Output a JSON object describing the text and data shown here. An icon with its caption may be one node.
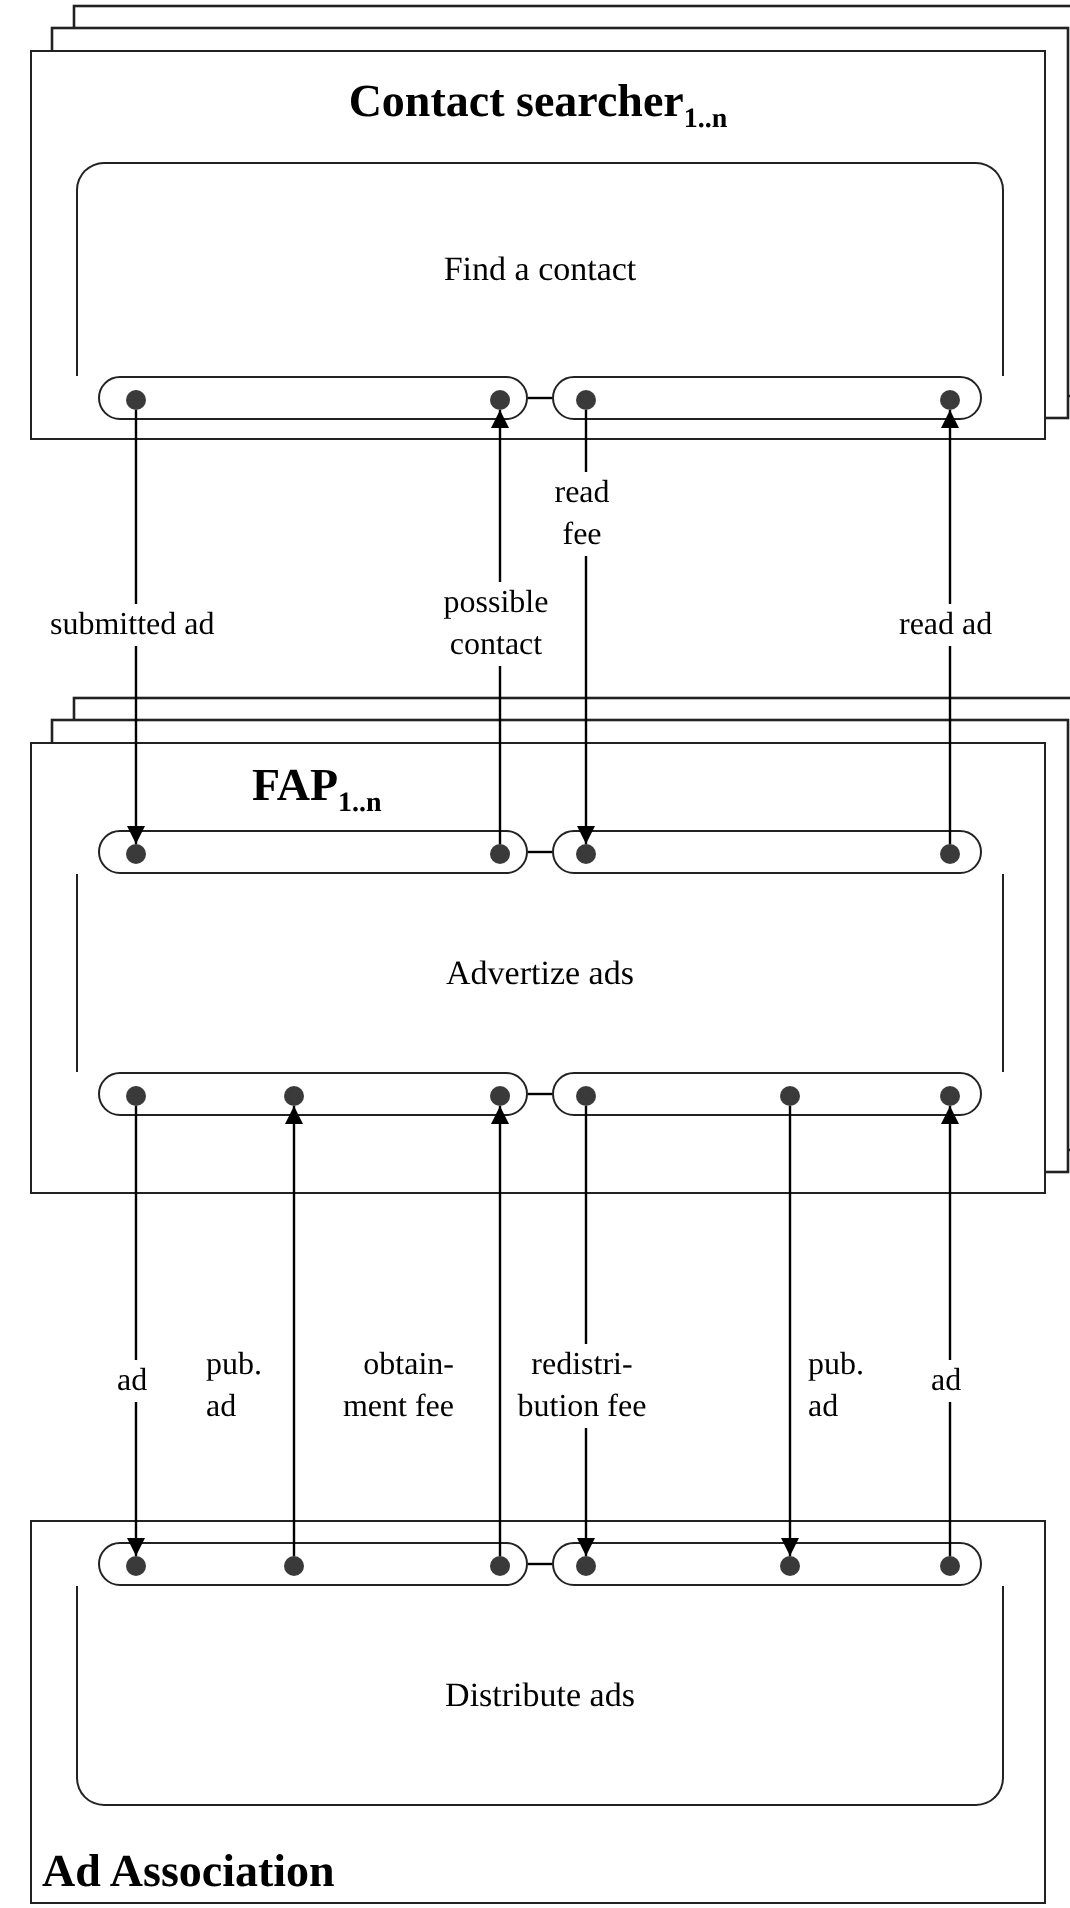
{
  "diagram": {
    "nodes": [
      {
        "text": [
          "Contact searcher$_{1..n}$"
        ]
      },
      {
        "text": [
          "Find a contact"
        ],
        "in": 0
      },
      {
        "text": [],
        "shape": "box",
        "in": 0
      },
      {
        "text": [],
        "shape": "box",
        "in": 0
      },
      {
        "text": [],
        "shape": "circle",
        "in": 2
      },
      {
        "text": [],
        "shape": "circle",
        "in": 2
      },
      {
        "text": [],
        "shape": "circle",
        "in": 3
      },
      {
        "text": [],
        "shape": "circle",
        "in": 3
      },
      {
        "text": [
          "FAP$_{1..n}$"
        ]
      },
      {
        "text": [
          "Advertize ads"
        ],
        "in": 8
      },
      {
        "text": [],
        "shape": "box",
        "in": 8
      },
      {
        "text": [],
        "shape": "box",
        "in": 8
      },
      {
        "text": [],
        "shape": "box",
        "in": 8
      },
      {
        "text": [],
        "shape": "box",
        "in": 8
      },
      {
        "text": [],
        "shape": "circle",
        "in": 10
      },
      {
        "text": [],
        "shape": "circle",
        "in": 10
      },
      {
        "text": [],
        "shape": "circle",
        "in": 11
      },
      {
        "text": [],
        "shape": "circle",
        "in": 11
      },
      {
        "text": [],
        "shape": "circle",
        "in": 12
      },
      {
        "text": [],
        "shape": "circle",
        "in": 12
      },
      {
        "text": [],
        "shape": "circle",
        "in": 12
      },
      {
        "text": [],
        "shape": "circle",
        "in": 13
      },
      {
        "text": [],
        "shape": "circle",
        "in": 13
      },
      {
        "text": [],
        "shape": "circle",
        "in": 13
      },
      {
        "text": [
          "Ad Association"
        ]
      },
      {
        "text": [
          "Distribute ads"
        ],
        "in": 24
      },
      {
        "text": [],
        "shape": "box",
        "in": 24
      },
      {
        "text": [],
        "shape": "box",
        "in": 24
      },
      {
        "text": [],
        "shape": "circle",
        "in": 26
      },
      {
        "text": [],
        "shape": "circle",
        "in": 26
      },
      {
        "text": [],
        "shape": "circle",
        "in": 26
      },
      {
        "text": [],
        "shape": "circle",
        "in": 27
      },
      {
        "text": [],
        "shape": "circle",
        "in": 27
      },
      {
        "text": [],
        "shape": "circle",
        "in": 27
      }
    ],
    "edges": [
      {
        "from": 4,
        "to": 14,
        "arrow": "to",
        "label": "submitted ad"
      },
      {
        "from": 15,
        "to": 5,
        "arrow": "to",
        "label": "possible contact"
      },
      {
        "from": 6,
        "to": 16,
        "arrow": "to",
        "label": "read fee"
      },
      {
        "from": 17,
        "to": 7,
        "arrow": "to",
        "label": "read ad"
      },
      {
        "from": 18,
        "to": 28,
        "arrow": "to",
        "label": "ad"
      },
      {
        "from": 29,
        "to": 19,
        "arrow": "to",
        "label": "pub. ad"
      },
      {
        "from": 30,
        "to": 20,
        "arrow": "to",
        "label": "obtain- ment fee"
      },
      {
        "from": 21,
        "to": 31,
        "arrow": "to",
        "label": "redistri- bution fee"
      },
      {
        "from": 22,
        "to": 32,
        "arrow": "to",
        "label": "pub. ad"
      },
      {
        "from": 33,
        "to": 23,
        "arrow": "to",
        "label": "ad"
      },
      {
        "from": 2,
        "to": 3,
        "arrow": "none"
      },
      {
        "from": 10,
        "to": 11,
        "arrow": "none"
      },
      {
        "from": 12,
        "to": 13,
        "arrow": "none"
      },
      {
        "from": 26,
        "to": 27,
        "arrow": "none"
      }
    ]
  }
}
